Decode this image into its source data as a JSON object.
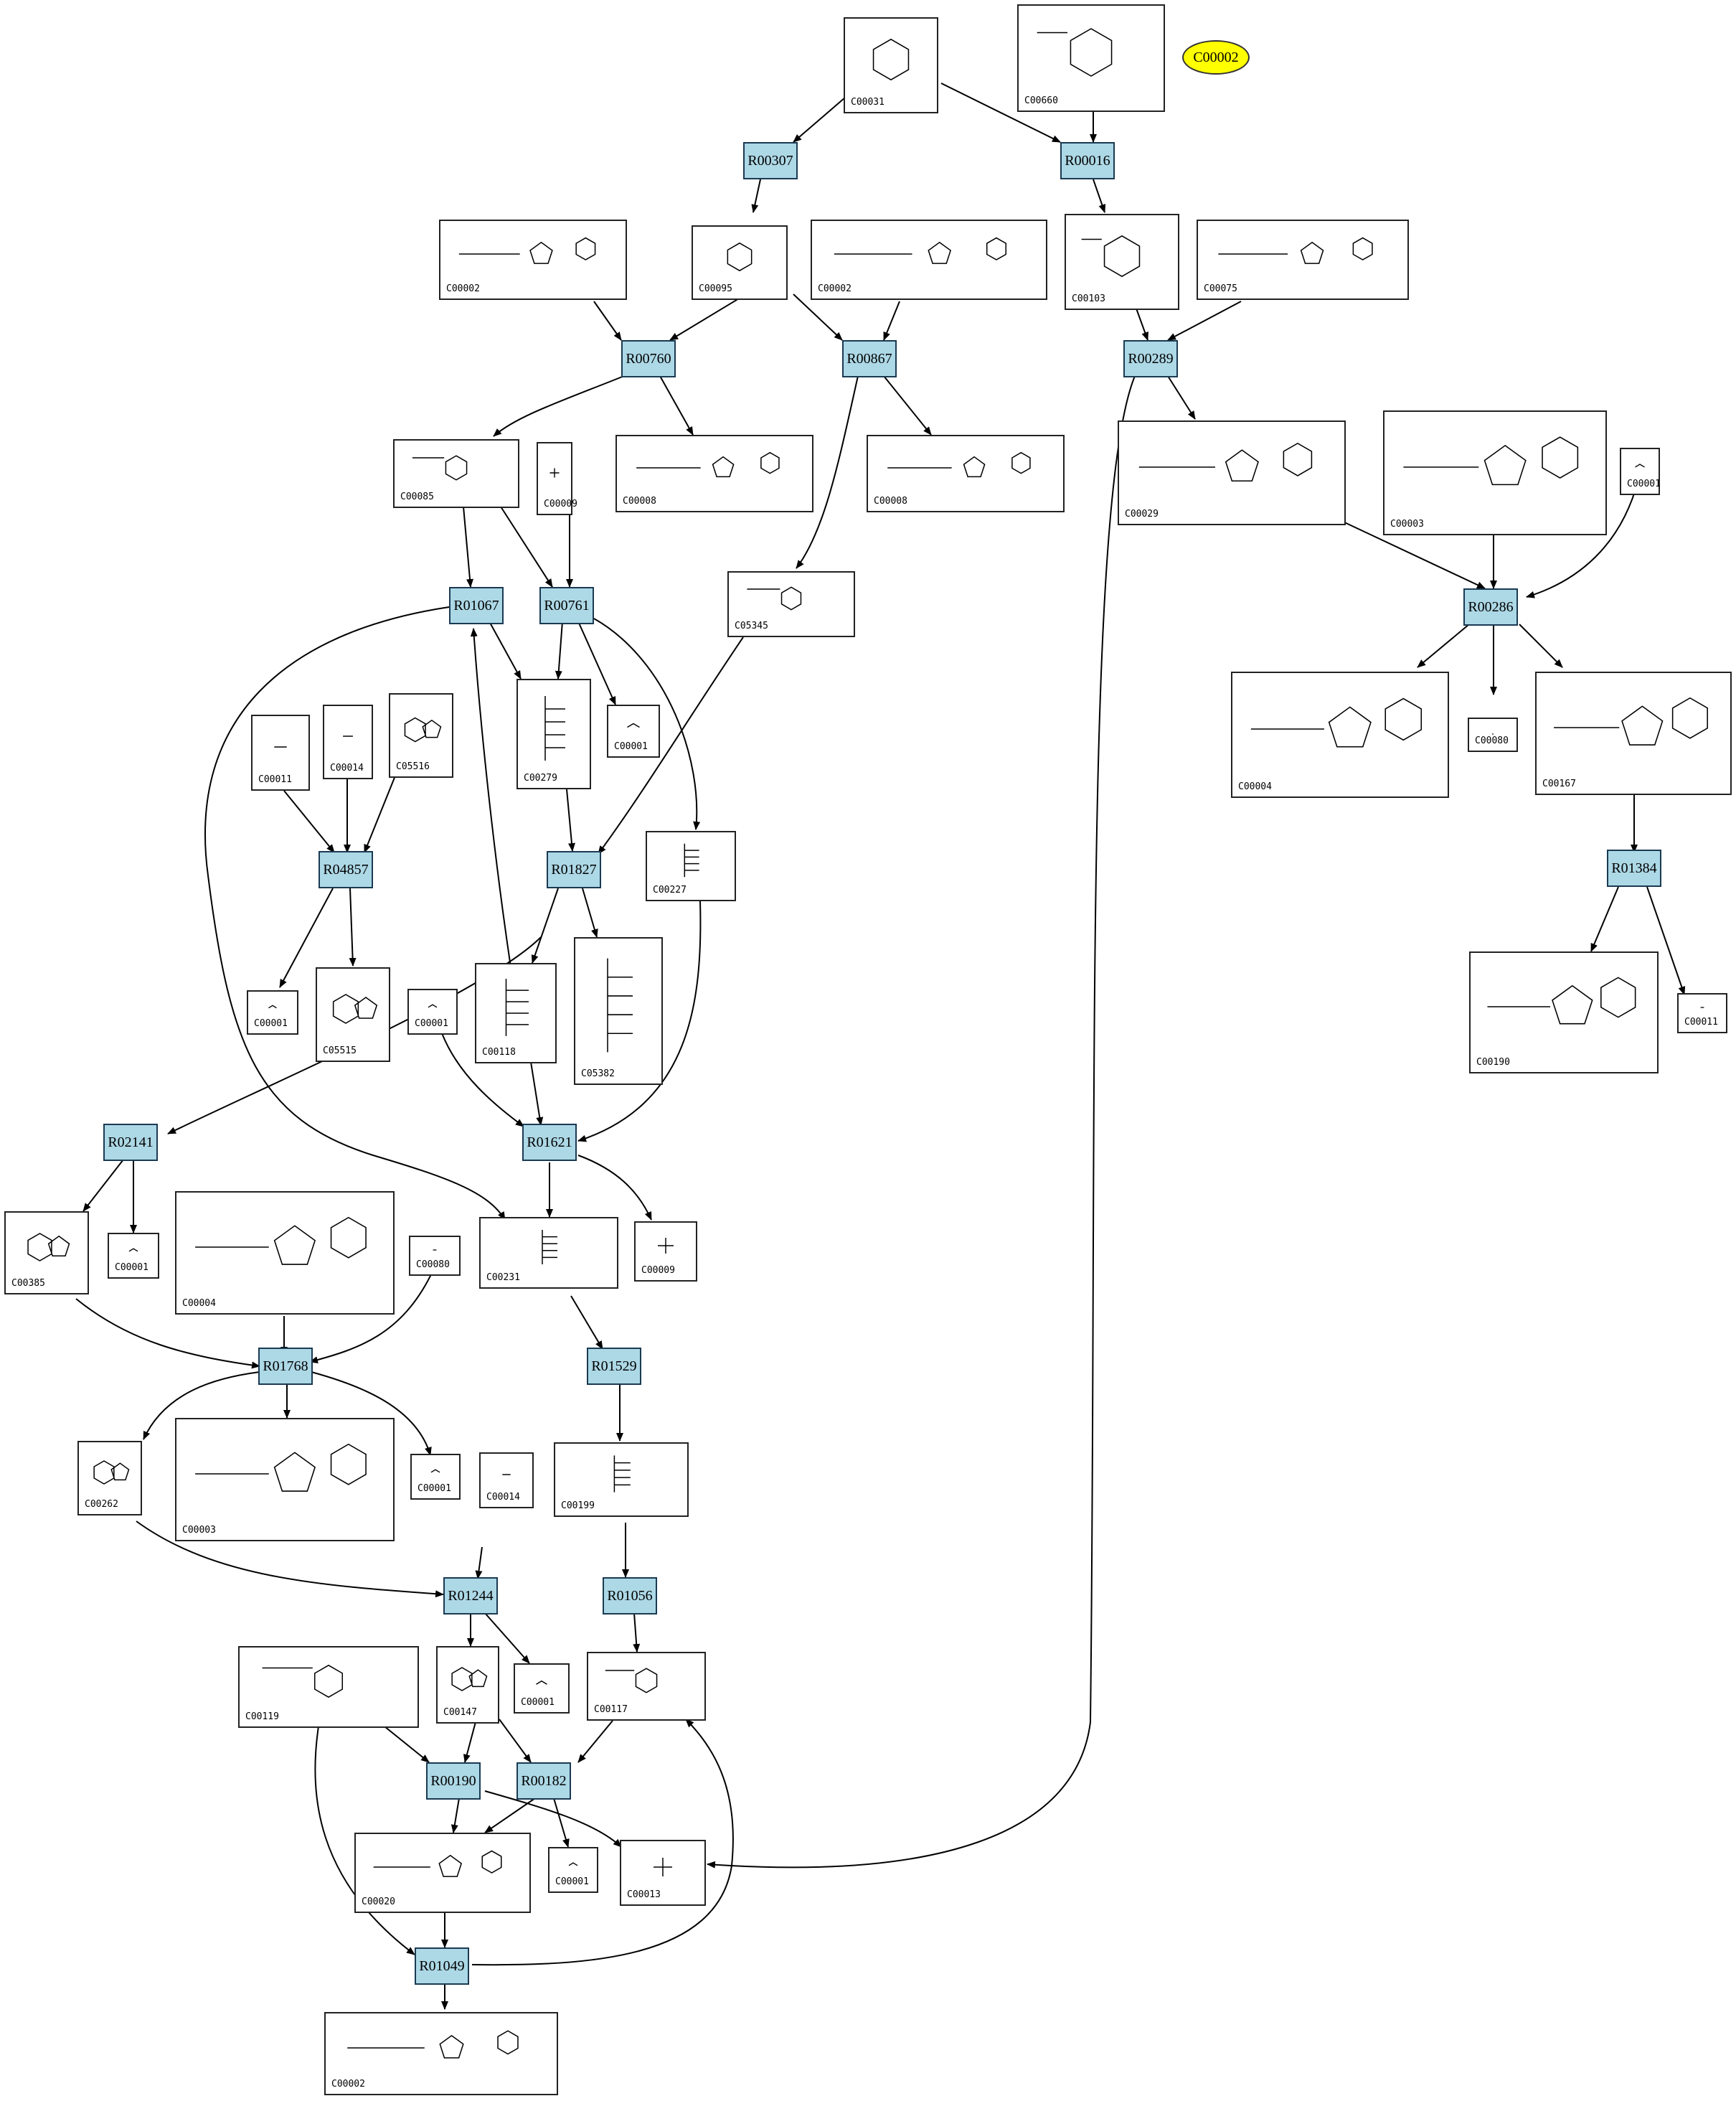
{
  "highlight": {
    "label": "C00002",
    "color": "#ffff00"
  },
  "colors": {
    "reaction_fill": "#add8e6",
    "edge": "#000000"
  },
  "reactions": [
    {
      "id": "R00307"
    },
    {
      "id": "R00016"
    },
    {
      "id": "R00760"
    },
    {
      "id": "R00867"
    },
    {
      "id": "R00289"
    },
    {
      "id": "R01067"
    },
    {
      "id": "R00761"
    },
    {
      "id": "R00286"
    },
    {
      "id": "R04857"
    },
    {
      "id": "R01827"
    },
    {
      "id": "R01384"
    },
    {
      "id": "R02141"
    },
    {
      "id": "R01621"
    },
    {
      "id": "R01768"
    },
    {
      "id": "R01529"
    },
    {
      "id": "R01244"
    },
    {
      "id": "R01056"
    },
    {
      "id": "R00190"
    },
    {
      "id": "R00182"
    },
    {
      "id": "R01049"
    }
  ],
  "compounds": [
    {
      "id": "C00031",
      "mol": "sugar"
    },
    {
      "id": "C00660",
      "mol": "sugar-p"
    },
    {
      "id": "C00002",
      "mol": "nucleotide"
    },
    {
      "id": "C00095",
      "mol": "sugar"
    },
    {
      "id": "C00002",
      "mol": "nucleotide"
    },
    {
      "id": "C00103",
      "mol": "sugar-p"
    },
    {
      "id": "C00075",
      "mol": "nucleotide"
    },
    {
      "id": "C00085",
      "mol": "sugar-p"
    },
    {
      "id": "C00009",
      "mol": "phosphate"
    },
    {
      "id": "C00008",
      "mol": "nucleotide"
    },
    {
      "id": "C00008",
      "mol": "nucleotide"
    },
    {
      "id": "C00029",
      "mol": "nucleotide"
    },
    {
      "id": "C00003",
      "mol": "nucleotide"
    },
    {
      "id": "C00001",
      "mol": "water"
    },
    {
      "id": "C05345",
      "mol": "sugar-p"
    },
    {
      "id": "C00011",
      "mol": "small"
    },
    {
      "id": "C00014",
      "mol": "small"
    },
    {
      "id": "C05516",
      "mol": "ring"
    },
    {
      "id": "C00279",
      "mol": "chain"
    },
    {
      "id": "C00001",
      "mol": "water"
    },
    {
      "id": "C00004",
      "mol": "nucleotide"
    },
    {
      "id": "C00080",
      "mol": "small"
    },
    {
      "id": "C00167",
      "mol": "nucleotide"
    },
    {
      "id": "C00227",
      "mol": "chain"
    },
    {
      "id": "C00118",
      "mol": "chain"
    },
    {
      "id": "C05382",
      "mol": "chain"
    },
    {
      "id": "C00001",
      "mol": "water"
    },
    {
      "id": "C05515",
      "mol": "ring"
    },
    {
      "id": "C00001",
      "mol": "water"
    },
    {
      "id": "C00190",
      "mol": "nucleotide"
    },
    {
      "id": "C00011",
      "mol": "small"
    },
    {
      "id": "C00385",
      "mol": "ring"
    },
    {
      "id": "C00001",
      "mol": "water"
    },
    {
      "id": "C00004",
      "mol": "nucleotide"
    },
    {
      "id": "C00080",
      "mol": "small"
    },
    {
      "id": "C00231",
      "mol": "chain"
    },
    {
      "id": "C00009",
      "mol": "phosphate"
    },
    {
      "id": "C00262",
      "mol": "ring"
    },
    {
      "id": "C00003",
      "mol": "nucleotide"
    },
    {
      "id": "C00001",
      "mol": "water"
    },
    {
      "id": "C00014",
      "mol": "small"
    },
    {
      "id": "C00199",
      "mol": "chain"
    },
    {
      "id": "C00119",
      "mol": "sugar-p"
    },
    {
      "id": "C00147",
      "mol": "ring"
    },
    {
      "id": "C00001",
      "mol": "water"
    },
    {
      "id": "C00117",
      "mol": "sugar-p"
    },
    {
      "id": "C00020",
      "mol": "nucleotide"
    },
    {
      "id": "C00001",
      "mol": "water"
    },
    {
      "id": "C00013",
      "mol": "phosphate"
    },
    {
      "id": "C00002",
      "mol": "nucleotide"
    }
  ]
}
